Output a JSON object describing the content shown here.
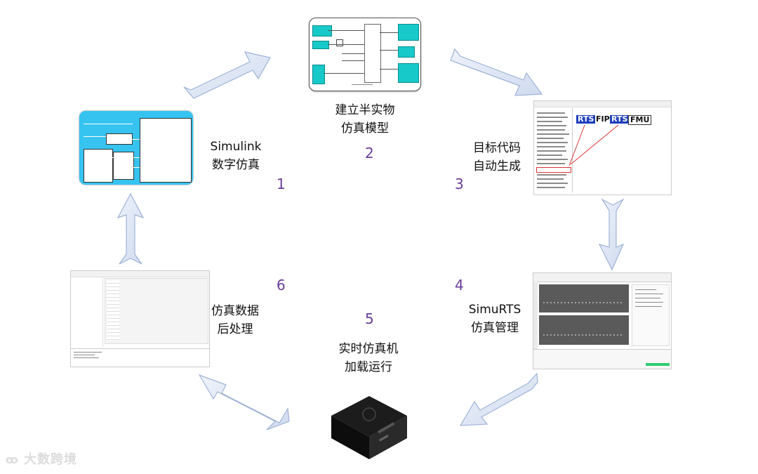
{
  "steps": [
    {
      "number": "1",
      "line1": "Simulink",
      "line2": "数字仿真"
    },
    {
      "number": "2",
      "line1": "建立半实物",
      "line2": "仿真模型"
    },
    {
      "number": "3",
      "line1": "目标代码",
      "line2": "自动生成"
    },
    {
      "number": "4",
      "line1": "SimuRTS",
      "line2": "仿真管理"
    },
    {
      "number": "5",
      "line1": "实时仿真机",
      "line2": "加载运行"
    },
    {
      "number": "6",
      "line1": "仿真数据",
      "line2": "后处理"
    }
  ],
  "codegen_thumb": {
    "tag1": "RTS",
    "tag2": "FIP",
    "tag3": "RTS",
    "tag4": "FMU"
  },
  "watermark": "大数跨境",
  "colors": {
    "arrow_fill": "#dbe4f3",
    "arrow_stroke": "#9fb3d6",
    "number": "#6a3d9a",
    "simulink_bg": "#36c3f0",
    "block_cyan": "#17c9c9",
    "tag_blue": "#1f3fbf"
  }
}
